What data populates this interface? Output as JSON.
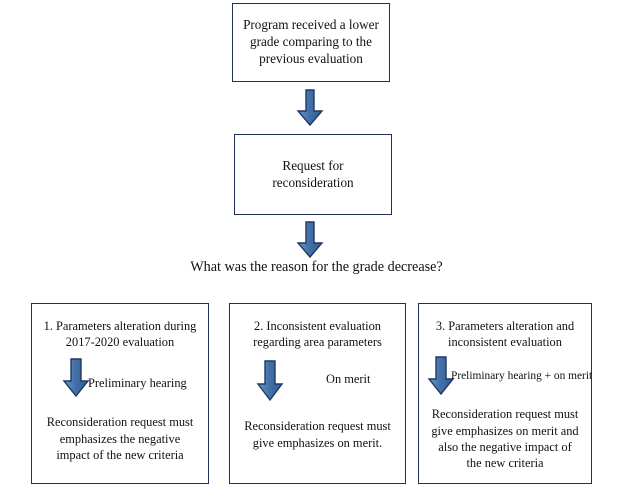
{
  "diagram": {
    "title_flow": "Reconsideration request decision flow",
    "colors": {
      "box_border": "#21305b",
      "arrow_fill": "#4472a8",
      "arrow_fill_light": "#6d96c8",
      "arrow_outline": "#1f3864",
      "text": "#111111",
      "background": "#ffffff"
    },
    "nodes": {
      "start": {
        "label": "Program received a lower grade comparing to the previous evaluation"
      },
      "request": {
        "label": "Request for reconsideration"
      },
      "question": {
        "label": "What was the reason for the grade decrease?"
      }
    },
    "options": [
      {
        "number": "1.",
        "title": "1.   Parameters alteration during 2017-2020 evaluation",
        "arrow_caption": "Preliminary hearing",
        "body": "Reconsideration request must emphasizes the negative impact of the new criteria"
      },
      {
        "number": "2.",
        "title": "2. Inconsistent evaluation regarding area parameters",
        "arrow_caption": "On merit",
        "body": "Reconsideration request must give emphasizes on merit."
      },
      {
        "number": "3.",
        "title": "3. Parameters alteration and inconsistent evaluation",
        "arrow_caption": "Preliminary hearing + on merit",
        "body": "Reconsideration request must give emphasizes on merit and also the negative impact of the new criteria"
      }
    ],
    "connectors": [
      {
        "name": "arrow-start-to-request",
        "direction": "down"
      },
      {
        "name": "arrow-request-to-question",
        "direction": "down"
      }
    ]
  }
}
